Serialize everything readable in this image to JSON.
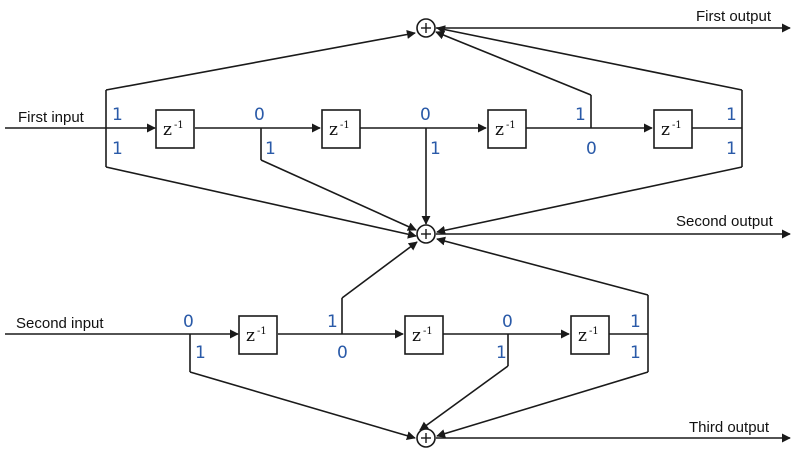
{
  "labels": {
    "first_input": "First input",
    "second_input": "Second input",
    "first_output": "First output",
    "second_output": "Second output",
    "third_output": "Third output"
  },
  "delay": {
    "base": "z",
    "exponent": "-1"
  },
  "bits": {
    "enc1": {
      "tap1_top": "1",
      "tap1_bot": "1",
      "tap2_top": "0",
      "tap2_bot": "1",
      "tap3_top": "0",
      "tap3_bot": "1",
      "tap4_top": "1",
      "tap4_bot": "0",
      "tap5_top": "1",
      "tap5_bot": "1"
    },
    "enc2": {
      "tap1_top": "0",
      "tap1_bot": "1",
      "tap2_top": "1",
      "tap2_bot": "0",
      "tap3_top": "0",
      "tap3_bot": "1",
      "tap4_top": "1",
      "tap4_bot": "1"
    }
  },
  "colors": {
    "line": "#1a1a1a",
    "bit_label": "#2a5aa8"
  }
}
